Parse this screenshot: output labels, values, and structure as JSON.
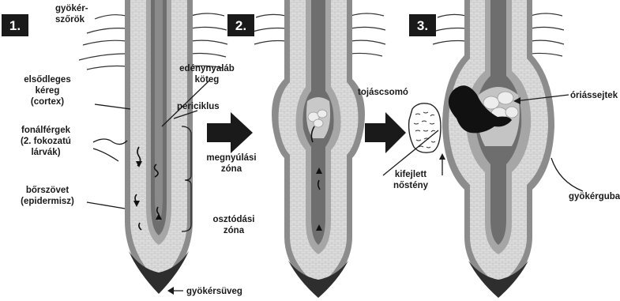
{
  "steps": [
    "1.",
    "2.",
    "3."
  ],
  "labels": {
    "root_hairs": [
      "gyökér-",
      "szőrök"
    ],
    "primary_cortex": [
      "elsődleges",
      "kéreg",
      "(cortex)"
    ],
    "vascular_bundle": [
      "edénynyaláb",
      "köteg"
    ],
    "pericycle": "periciklus",
    "nematodes": [
      "fonálférgek",
      "(2. fokozatú",
      "lárvák)"
    ],
    "elongation_zone": [
      "megnyúlási",
      "zóna"
    ],
    "epidermis": [
      "bőrszövet",
      "(epidermisz)"
    ],
    "division_zone": [
      "osztódási",
      "zóna"
    ],
    "root_cap": "gyökérsüveg",
    "egg_mass": "tojáscsomó",
    "adult_female": [
      "kifejlett",
      "nőstény"
    ],
    "giant_cells": "óriássejtek",
    "root_gall": "gyökérgubacs"
  },
  "colors": {
    "cortex_fill": "#d9d9d9",
    "outer_layer": "#8c8c8c",
    "vascular": "#a6a6a6",
    "stele_core": "#6e6e6e",
    "root_cap": "#2e2e2e",
    "nematode_female": "#111111",
    "giant_cells": "#e8e8e8",
    "arrow": "#1a1a1a"
  }
}
